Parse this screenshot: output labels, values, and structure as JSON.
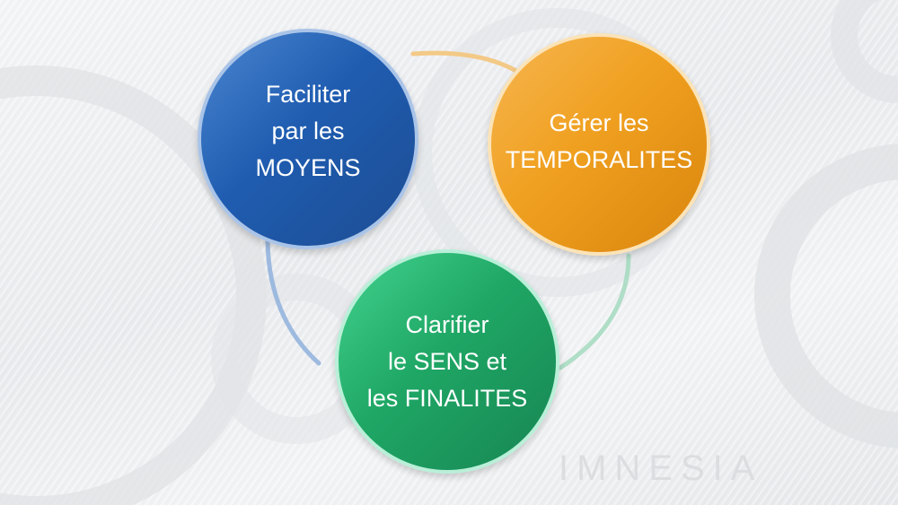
{
  "diagram": {
    "type": "cycle",
    "nodes": [
      {
        "id": "moyens",
        "lines": [
          "Faciliter",
          "par les",
          "MOYENS"
        ],
        "color": "#1f5cb0"
      },
      {
        "id": "temporalites",
        "lines": [
          "Gérer les",
          "TEMPORALITES"
        ],
        "color": "#f0a020"
      },
      {
        "id": "sens",
        "lines": [
          "Clarifier",
          "le SENS et",
          "les FINALITES"
        ],
        "color": "#1fa765"
      }
    ],
    "connectors": [
      {
        "from": "moyens",
        "to": "temporalites",
        "color": "#f3c987"
      },
      {
        "from": "temporalites",
        "to": "sens",
        "color": "#8fd2b0"
      },
      {
        "from": "sens",
        "to": "moyens",
        "color": "#8fb0dc"
      }
    ]
  },
  "watermark": "IMNESIA"
}
